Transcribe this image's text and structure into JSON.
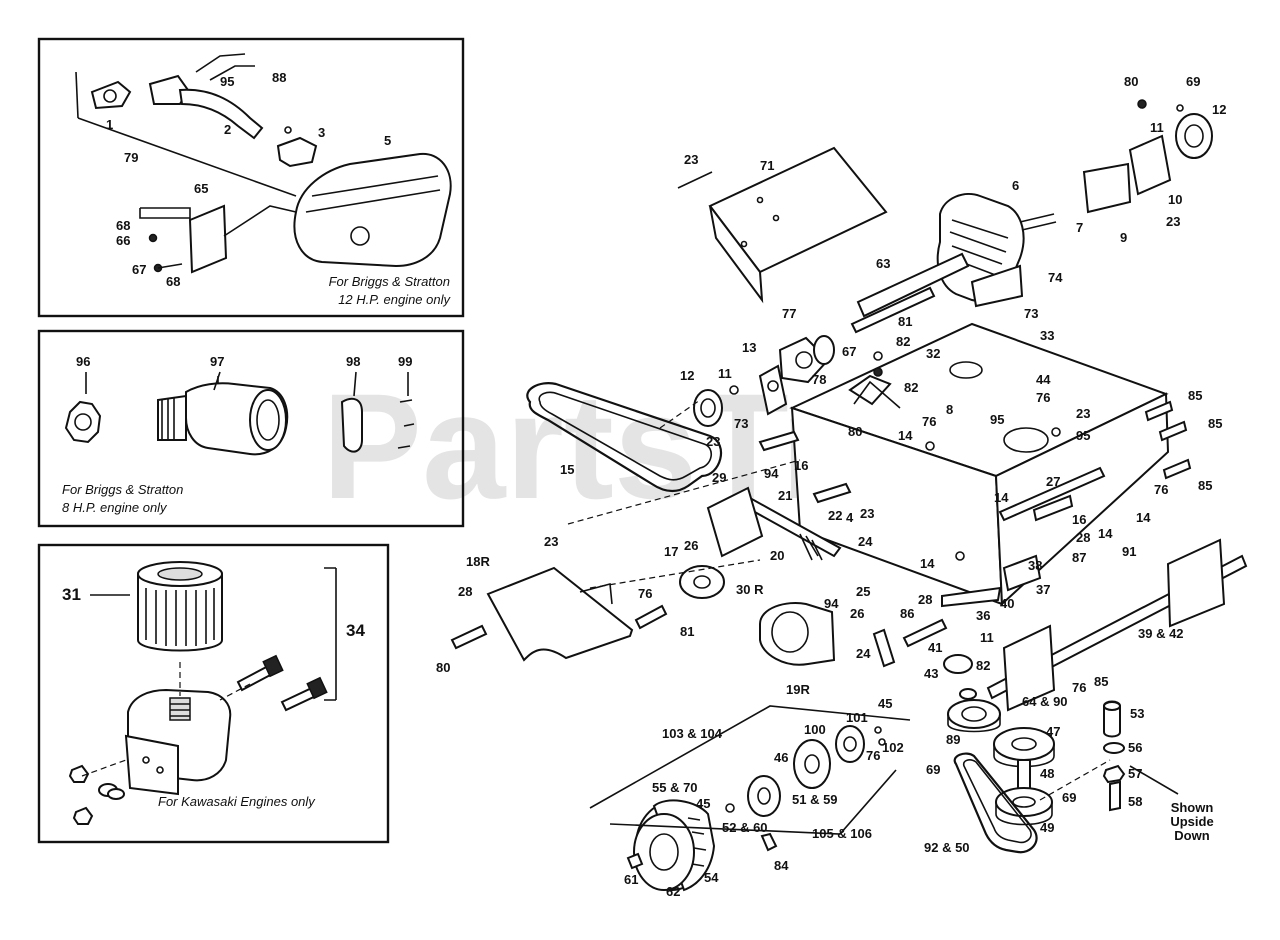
{
  "watermark": "PartsTree",
  "trademark": "™",
  "boxes": {
    "briggs12": {
      "caption_1": "For Briggs & Stratton",
      "caption_2": "12 H.P. engine only"
    },
    "briggs8": {
      "caption_1": "For Briggs & Stratton",
      "caption_2": "8 H.P. engine only"
    },
    "kawasaki": {
      "caption": "For Kawasaki Engines only"
    }
  },
  "note": {
    "line1": "Shown",
    "line2": "Upside",
    "line3": "Down"
  },
  "labels": {
    "box1": [
      "1",
      "2",
      "3",
      "5",
      "79",
      "95",
      "88",
      "65",
      "68",
      "66",
      "67",
      "68"
    ],
    "box2": [
      "96",
      "97",
      "98",
      "99"
    ],
    "box3": [
      "31",
      "34"
    ],
    "main": [
      "80",
      "69",
      "12",
      "11",
      "10",
      "9",
      "7",
      "23",
      "6",
      "74",
      "71",
      "23",
      "63",
      "81",
      "73",
      "67",
      "82",
      "32",
      "82",
      "33",
      "44",
      "76",
      "77",
      "78",
      "13",
      "11",
      "12",
      "73",
      "23",
      "80",
      "14",
      "76",
      "8",
      "95",
      "23",
      "95",
      "85",
      "85",
      "85",
      "15",
      "16",
      "94",
      "21",
      "29",
      "22",
      "4",
      "23",
      "27",
      "76",
      "14",
      "14",
      "14",
      "16",
      "28",
      "87",
      "91",
      "26",
      "17",
      "20",
      "24",
      "30 R",
      "25",
      "94",
      "26",
      "14",
      "38",
      "37",
      "23",
      "18R",
      "28",
      "76",
      "81",
      "80",
      "19R",
      "24",
      "86",
      "28",
      "40",
      "36",
      "41",
      "11",
      "43",
      "82",
      "39 & 42",
      "76",
      "85",
      "64 & 90",
      "53",
      "89",
      "47",
      "56",
      "57",
      "48",
      "69",
      "58",
      "103 & 104",
      "45",
      "101",
      "100",
      "76",
      "102",
      "69",
      "55 & 70",
      "46",
      "51 & 59",
      "45",
      "52 & 60",
      "105 & 106",
      "84",
      "92 & 50",
      "49",
      "61",
      "62",
      "54"
    ]
  }
}
